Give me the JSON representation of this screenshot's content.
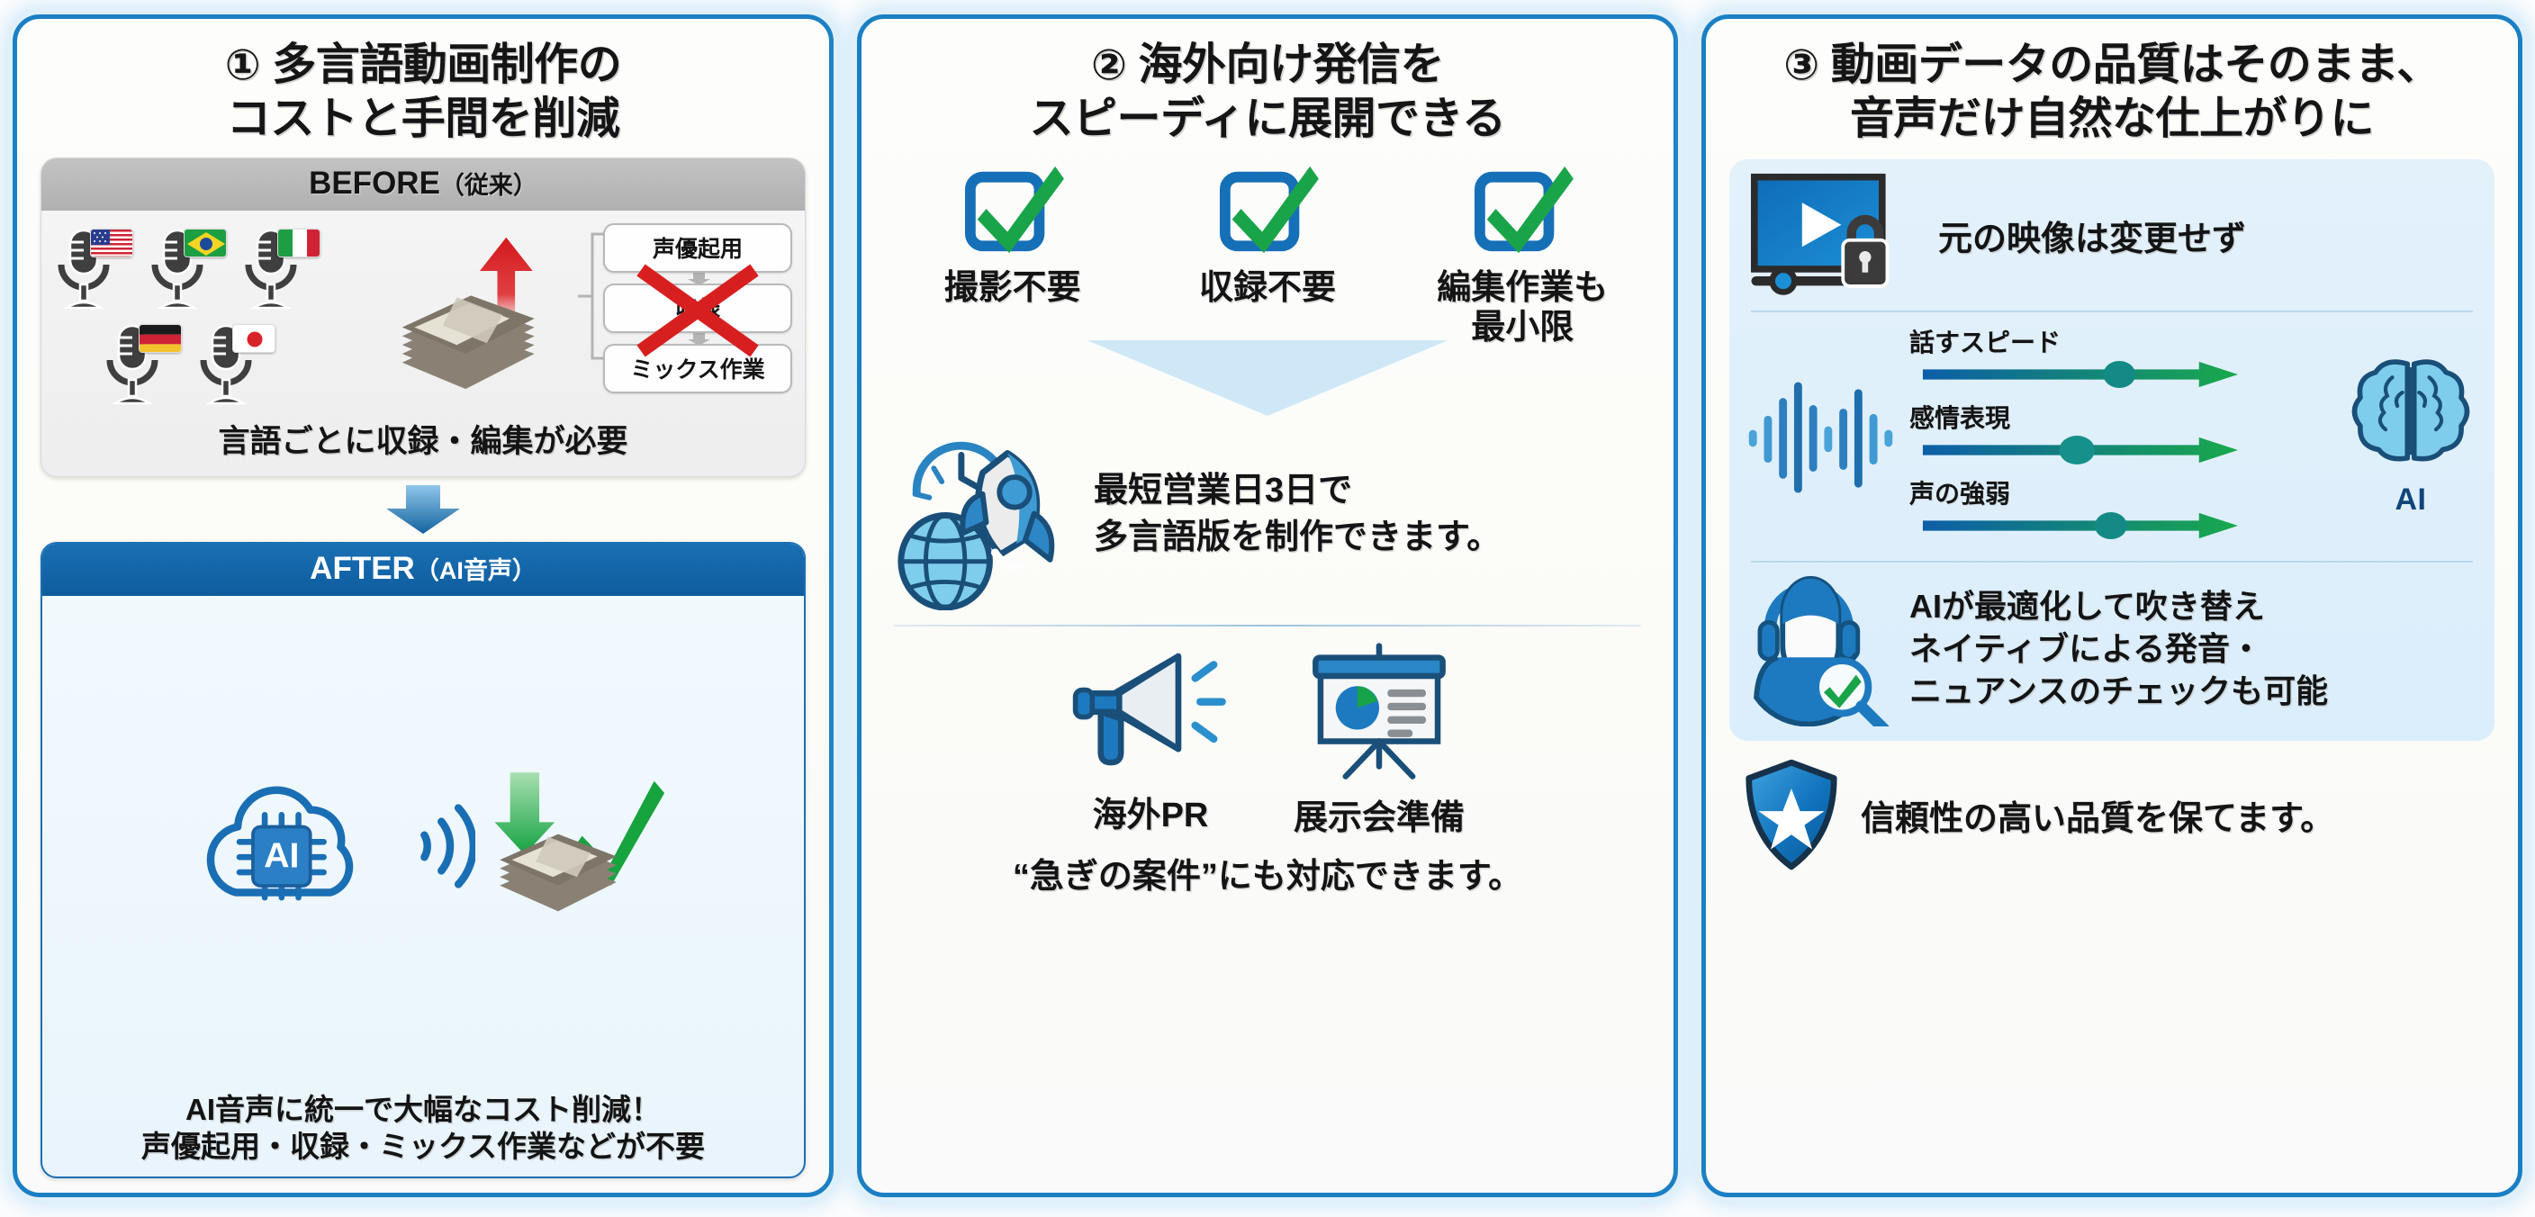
{
  "panels": [
    {
      "number": "①",
      "title_line1": "多言語動画制作の",
      "title_line2": "コストと手間を削減",
      "before": {
        "head_main": "BEFORE",
        "head_sub": "（従来）",
        "flags": [
          "us-flag",
          "br-flag",
          "it-flag",
          "de-flag",
          "jp-flag"
        ],
        "flow_items": [
          "声優起用",
          "収録",
          "ミックス作業"
        ],
        "crossed_item": "収録",
        "caption": "言語ごとに収録・編集が必要"
      },
      "after": {
        "head_main": "AFTER",
        "head_sub": "（AI音声）",
        "chip_label": "AI",
        "caption_line1": "AI音声に統一で大幅なコスト削減！",
        "caption_line2": "声優起用・収録・ミックス作業などが不要"
      }
    },
    {
      "number": "②",
      "title_line1": "海外向け発信を",
      "title_line2": "スピーディに展開できる",
      "checks": [
        "撮影不要",
        "収録不要",
        "編集作業も\n最小限"
      ],
      "check_labels": [
        {
          "l1": "撮影不要",
          "l2": ""
        },
        {
          "l1": "収録不要",
          "l2": ""
        },
        {
          "l1": "編集作業も",
          "l2": "最小限"
        }
      ],
      "rocket_line1": "最短営業日3日で",
      "rocket_line2": "多言語版を制作できます。",
      "use_cases": [
        {
          "icon": "megaphone-icon",
          "label": "海外PR"
        },
        {
          "icon": "presentation-chart-icon",
          "label": "展示会準備"
        }
      ],
      "urgent_note": "“急ぎの案件”にも対応できます。"
    },
    {
      "number": "③",
      "title_line1": "動画データの品質はそのまま、",
      "title_line2": "音声だけ自然な仕上がりに",
      "monitor_text": "元の映像は変更せず",
      "sliders": [
        {
          "label": "話すスピード",
          "knob_pct": 62
        },
        {
          "label": "感情表現",
          "knob_pct": 48
        },
        {
          "label": "声の強弱",
          "knob_pct": 58
        }
      ],
      "brain_label": "AI",
      "headset_line1": "AIが最適化して吹き替え",
      "headset_line2": "ネイティブによる発音・",
      "headset_line3": "ニュアンスのチェックも可能",
      "shield_text": "信頼性の高い品質を保てます。"
    }
  ],
  "colors": {
    "panel_border": "#1b7fc4",
    "panel_glow": "#cde8f9",
    "before_header": "#b0b0b0",
    "after_header": "#0e5d9e",
    "accent_blue": "#1b6fb5",
    "accent_green": "#21a84b",
    "accent_red": "#d81f20",
    "money_gray": "#7c7467",
    "brain_blue": "#6cc3ea",
    "text_dark": "#141414"
  }
}
